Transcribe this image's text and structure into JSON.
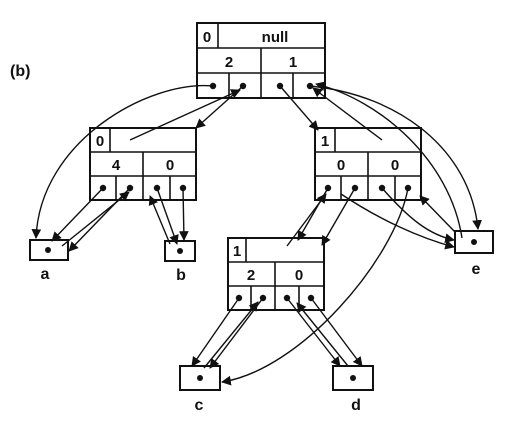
{
  "panel_label": "(b)",
  "nodes": {
    "root": {
      "top_left": "0",
      "top_right": "null",
      "mid_left": "2",
      "mid_right": "1"
    },
    "left": {
      "top_left": "0",
      "top_right": "",
      "mid_left": "4",
      "mid_right": "0"
    },
    "right": {
      "top_left": "1",
      "top_right": "",
      "mid_left": "0",
      "mid_right": "0"
    },
    "lower": {
      "top_left": "1",
      "top_right": "",
      "mid_left": "2",
      "mid_right": "0"
    }
  },
  "leaves": {
    "a": "a",
    "b": "b",
    "c": "c",
    "d": "d",
    "e": "e"
  },
  "colors": {
    "ink": "#111111",
    "paper": "#ffffff"
  }
}
